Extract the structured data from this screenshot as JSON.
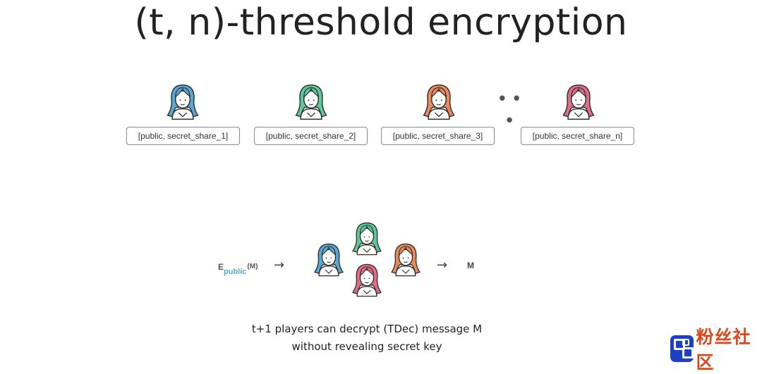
{
  "title": "(t, n)-threshold encryption",
  "players": [
    {
      "share_label": "[public, secret_share_1]",
      "color": "#5aa7d6"
    },
    {
      "share_label": "[public, secret_share_2]",
      "color": "#5ec99a"
    },
    {
      "share_label": "[public, secret_share_3]",
      "color": "#ec8a5c"
    },
    {
      "share_label": "[public, secret_share_n]",
      "color": "#e56c86"
    }
  ],
  "ellipsis": "• • •",
  "decryption": {
    "enc_letter": "E",
    "enc_subscript": "public",
    "enc_arg": "(M)",
    "arrow": "→",
    "result": "M"
  },
  "caption": {
    "line1": "t+1 players can decrypt (TDec) message M",
    "line2": "without revealing secret key"
  },
  "watermark": {
    "text": "粉丝社区",
    "icon": "watermark-logo-icon"
  },
  "colors": {
    "blue": "#5aa7d6",
    "green": "#5ec99a",
    "orange": "#ec8a5c",
    "pink": "#e56c86"
  }
}
